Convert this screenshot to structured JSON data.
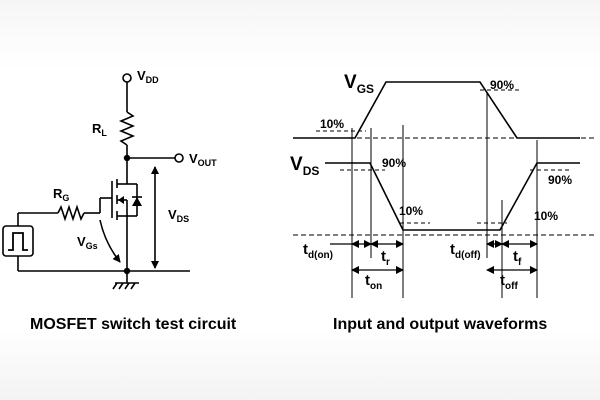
{
  "circuit": {
    "caption": "MOSFET switch test circuit",
    "labels": {
      "vdd_main": "V",
      "vdd_sub": "DD",
      "rl_main": "R",
      "rl_sub": "L",
      "vout_main": "V",
      "vout_sub": "OUT",
      "rg_main": "R",
      "rg_sub": "G",
      "vgs_main": "V",
      "vgs_sub": "Gs",
      "vds_main": "V",
      "vds_sub": "DS"
    }
  },
  "waveforms": {
    "caption": "Input and output waveforms",
    "vgs_main": "V",
    "vgs_sub": "GS",
    "vds_main": "V",
    "vds_sub": "DS",
    "vgs_pct_low": "10%",
    "vgs_pct_high": "90%",
    "vds_pct_high_left": "90%",
    "vds_pct_low_left": "10%",
    "vds_pct_high_right": "90%",
    "vds_pct_low_right": "10%",
    "td_on_main": "t",
    "td_on_sub": "d(on)",
    "tr_main": "t",
    "tr_sub": "r",
    "ton_main": "t",
    "ton_sub": "on",
    "td_off_main": "t",
    "td_off_sub": "d(off)",
    "tf_main": "t",
    "tf_sub": "f",
    "toff_main": "t",
    "toff_sub": "off"
  }
}
